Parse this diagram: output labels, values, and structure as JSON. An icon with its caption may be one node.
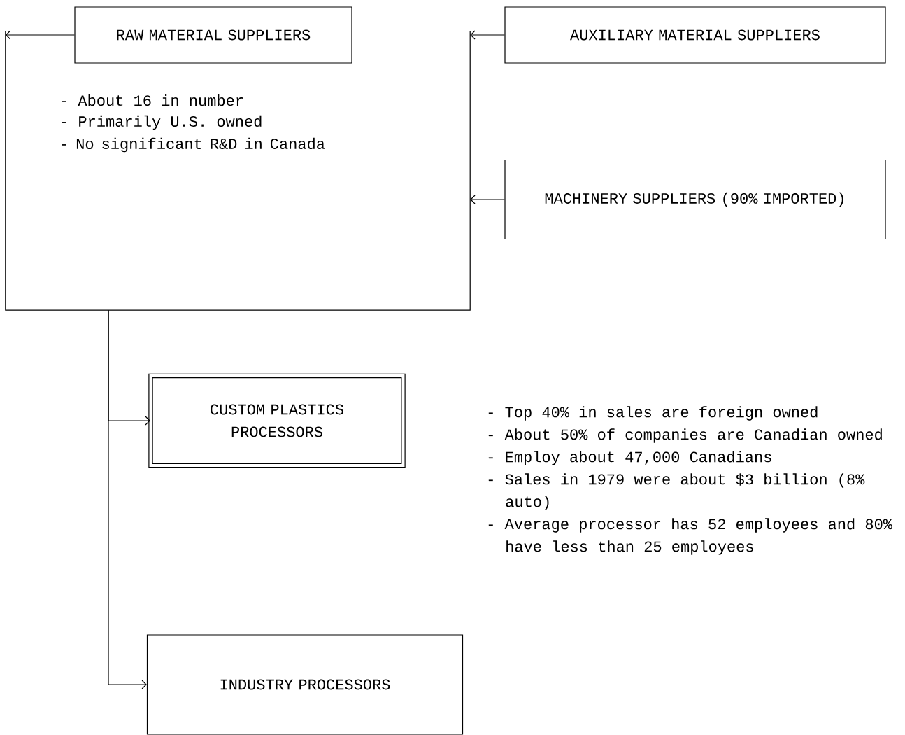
{
  "diagram": {
    "nodes": [
      {
        "text": [
          "RAW MATERIAL SUPPLIERS"
        ]
      },
      {
        "text": [
          "AUXILIARY MATERIAL SUPPLIERS"
        ]
      },
      {
        "text": [
          "MACHINERY SUPPLIERS (90% IMPORTED)"
        ]
      },
      {
        "text": [
          "- About 16 in number",
          "- Primarily U.S. owned",
          "- No significant R&D in Canada"
        ]
      },
      {
        "text": [
          "CUSTOM PLASTICS PROCESSORS"
        ]
      },
      {
        "text": [
          "INDUSTRY PROCESSORS"
        ]
      }
    ],
    "edges": [
      {
        "from": 0,
        "to": 3,
        "arrow": "to"
      },
      {
        "from": 1,
        "to": 3,
        "arrow": "to"
      },
      {
        "from": 2,
        "to": 3,
        "arrow": "to"
      },
      {
        "from": 3,
        "to": 4,
        "arrow": "to"
      },
      {
        "from": 3,
        "to": 5,
        "arrow": "to"
      }
    ],
    "labels": [
      "- Top 40% in sales are foreign owned",
      "- About 50% of companies are Canadian owned",
      "- Employ about 47,000 Canadians",
      "- Sales in 1979 were about $3 billion (8% auto)",
      "- Average processor has 52 employees and 80% have less than 25 employees"
    ]
  }
}
